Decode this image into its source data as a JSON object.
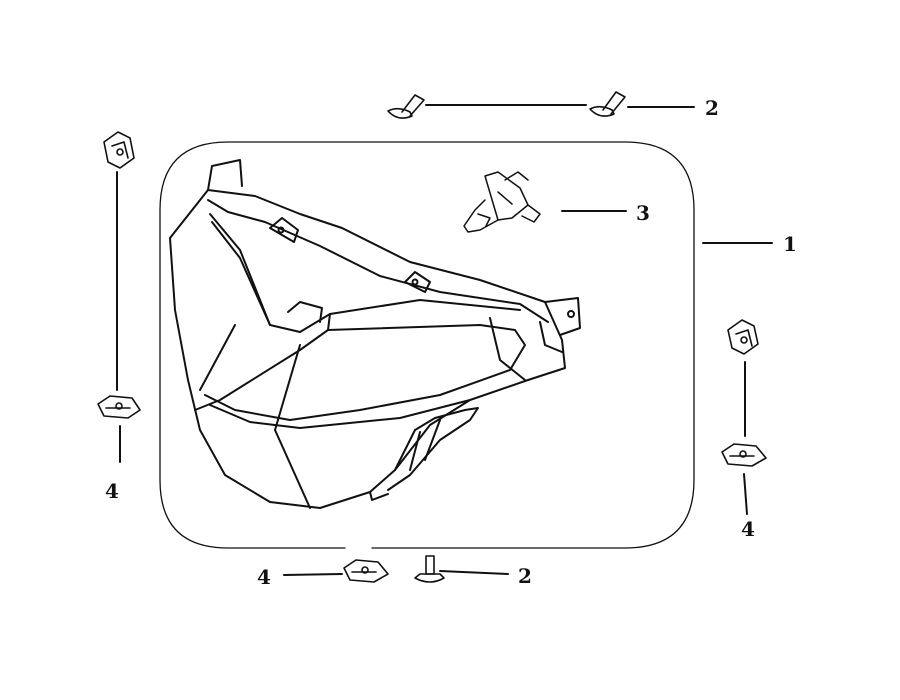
{
  "diagram": {
    "callouts": [
      {
        "id": "c1",
        "label": "1"
      },
      {
        "id": "c2a",
        "label": "2"
      },
      {
        "id": "c2b",
        "label": "2"
      },
      {
        "id": "c3",
        "label": "3"
      },
      {
        "id": "c4a",
        "label": "4"
      },
      {
        "id": "c4b",
        "label": "4"
      },
      {
        "id": "c4c",
        "label": "4"
      }
    ],
    "parts": [
      {
        "number": "1",
        "icon": "headlight-assembly-icon"
      },
      {
        "number": "2",
        "icon": "screw-icon"
      },
      {
        "number": "3",
        "icon": "halogen-bulb-icon"
      },
      {
        "number": "4",
        "icon": "clip-nut-icon"
      }
    ],
    "colors": {
      "line": "#111111",
      "background": "#ffffff"
    }
  }
}
